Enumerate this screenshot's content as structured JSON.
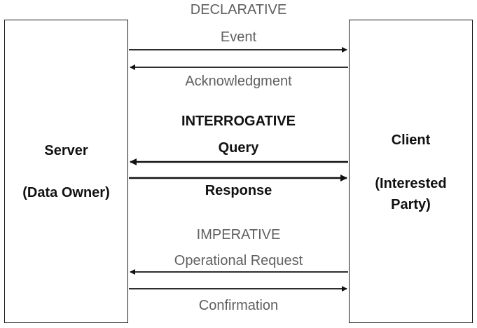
{
  "server": {
    "name": "Server",
    "role": "(Data Owner)"
  },
  "client": {
    "name": "Client",
    "role": "(Interested\nParty)"
  },
  "sections": [
    {
      "heading": "DECLARATIVE",
      "style": "muted",
      "messages": [
        {
          "label": "Event",
          "direction": "server-to-client"
        },
        {
          "label": "Acknowledgment",
          "direction": "client-to-server"
        }
      ]
    },
    {
      "heading": "INTERROGATIVE",
      "style": "bold",
      "messages": [
        {
          "label": "Query",
          "direction": "client-to-server"
        },
        {
          "label": "Response",
          "direction": "server-to-client"
        }
      ]
    },
    {
      "heading": "IMPERATIVE",
      "style": "muted",
      "messages": [
        {
          "label": "Operational Request",
          "direction": "client-to-server"
        },
        {
          "label": "Confirmation",
          "direction": "server-to-client"
        }
      ]
    }
  ]
}
